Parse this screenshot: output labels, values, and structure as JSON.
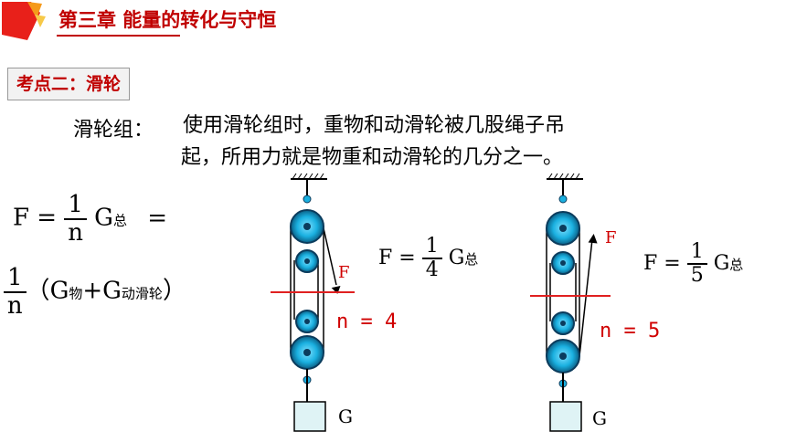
{
  "header": {
    "chapter_title": "第三章 能量的转化与守恒",
    "brand_color": "#c00000"
  },
  "topic": {
    "label": "考点二：滑轮"
  },
  "definition": {
    "term": "滑轮组：",
    "line1": "使用滑轮组时，重物和动滑轮被几股绳子吊",
    "line2": "起，所用力就是物重和动滑轮的几分之一。"
  },
  "general_formula": {
    "lhs": "F =",
    "num": "1",
    "den": "n",
    "g_symbol": "G",
    "g_sub": "总",
    "eq": "=",
    "num2": "1",
    "den2": "n",
    "open_paren": "（",
    "g1": "G",
    "g1_sub": "物",
    "plus": "+G",
    "g2_sub": "动滑轮",
    "close_paren": "）"
  },
  "diagram_left": {
    "force_label": "F",
    "n_label": "n = 4",
    "weight_label": "G",
    "formula_lhs": "F =",
    "num": "1",
    "den": "4",
    "g": "G",
    "g_sub": "总"
  },
  "diagram_right": {
    "force_label": "F",
    "n_label": "n = 5",
    "weight_label": "G",
    "formula_lhs": "F =",
    "num": "1",
    "den": "5",
    "g": "G",
    "g_sub": "总"
  },
  "colors": {
    "pulley": "#1ab0e0",
    "pulley_dark": "#0b3c5d",
    "cut_line": "#e02020",
    "weight_box": "#dff3f5"
  }
}
